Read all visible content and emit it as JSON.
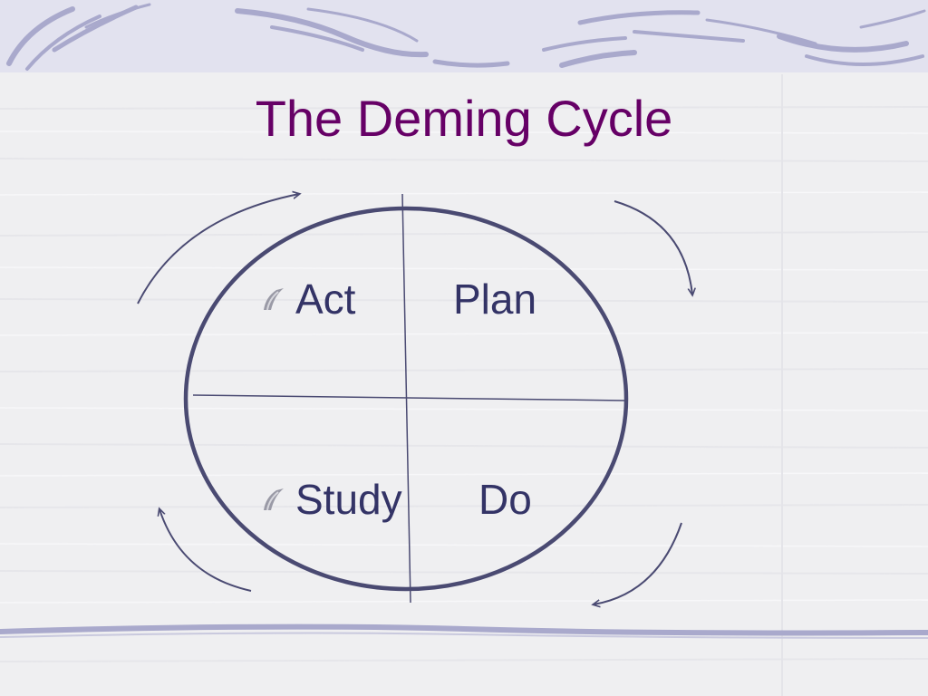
{
  "slide": {
    "title": "The Deming Cycle"
  },
  "diagram": {
    "quadrants": [
      {
        "key": "act",
        "label": "Act",
        "bulleted": true
      },
      {
        "key": "plan",
        "label": "Plan",
        "bulleted": false
      },
      {
        "key": "study",
        "label": "Study",
        "bulleted": true
      },
      {
        "key": "do",
        "label": "Do",
        "bulleted": false
      }
    ],
    "arrow_direction": "clockwise"
  },
  "colors": {
    "title": "#660066",
    "label": "#333366",
    "circle": "#4a4a72",
    "background": "#efeff1",
    "header_band": "#e2e2ef",
    "decor": "#a9a9cc"
  }
}
